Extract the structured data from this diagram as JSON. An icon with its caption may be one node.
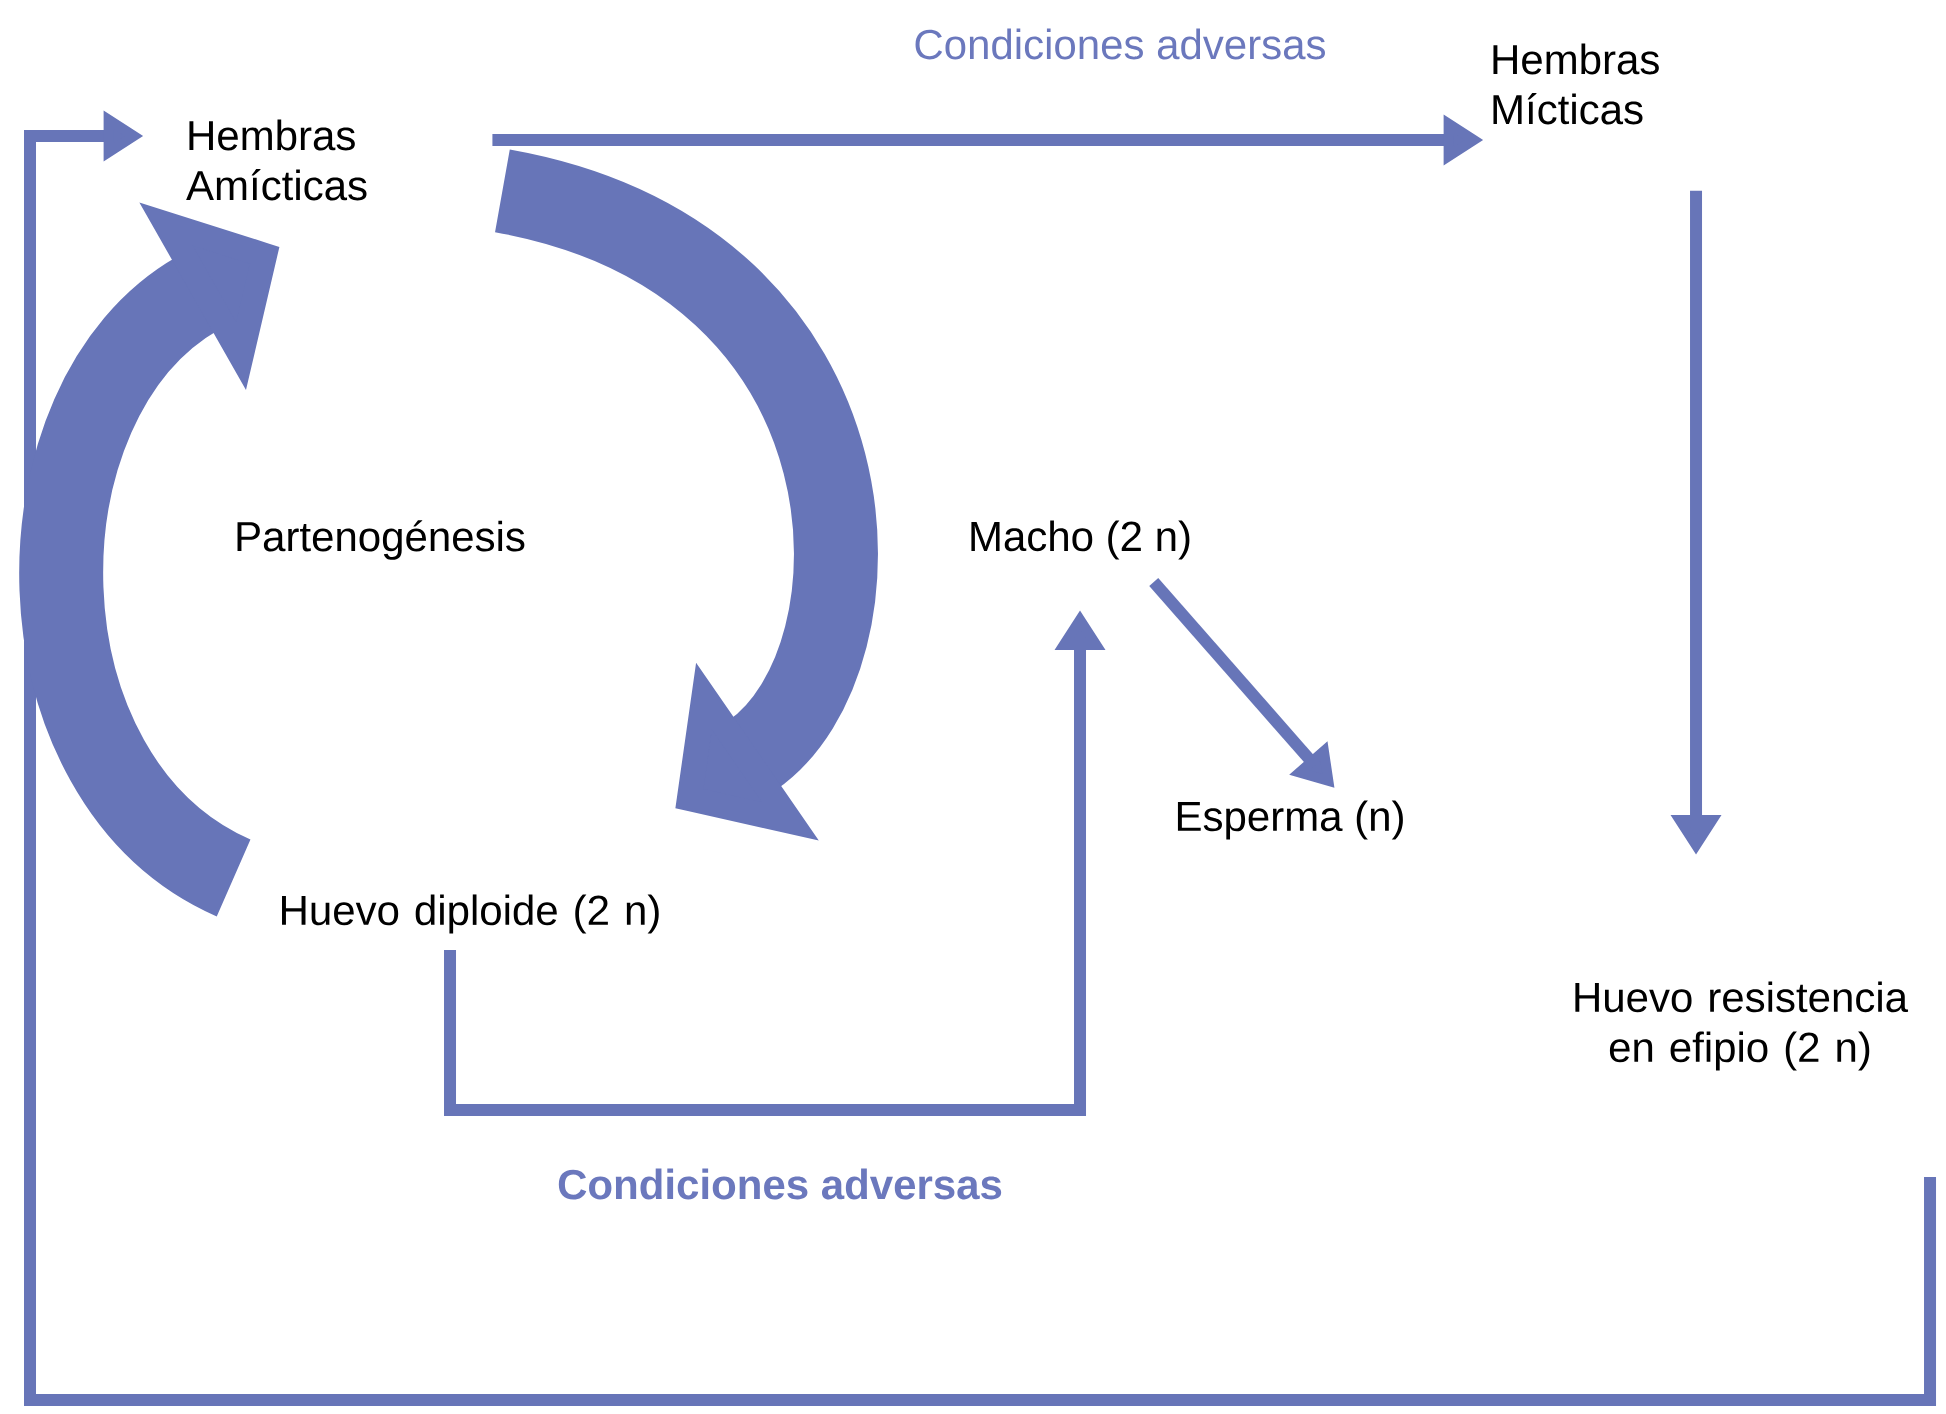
{
  "diagram": {
    "nodes": [
      {
        "text": [
          "Hembras Amícticas"
        ]
      },
      {
        "text": [
          "Hembras Mícticas"
        ]
      },
      {
        "text": [
          "Partenogénesis"
        ]
      },
      {
        "text": [
          "Macho (2 n)"
        ]
      },
      {
        "text": [
          "Esperma (n)"
        ]
      },
      {
        "text": [
          "Huevo diploide (2 n)"
        ]
      },
      {
        "text": [
          "Huevo resistencia en efipio (2 n)"
        ]
      }
    ],
    "edges": [
      {
        "from": 0,
        "to": 1,
        "arrow": "to",
        "label": "Condiciones adversas"
      },
      {
        "from": 1,
        "to": 6,
        "arrow": "to"
      },
      {
        "from": 3,
        "to": 4,
        "arrow": "to"
      },
      {
        "from": 5,
        "to": 3,
        "arrow": "to",
        "label": "Condiciones adversas"
      },
      {
        "from": 6,
        "to": 0,
        "arrow": "to"
      },
      {
        "from": 0,
        "to": 5,
        "arrow": "to",
        "style": "thick"
      },
      {
        "from": 5,
        "to": 0,
        "arrow": "to",
        "style": "thick"
      }
    ]
  }
}
